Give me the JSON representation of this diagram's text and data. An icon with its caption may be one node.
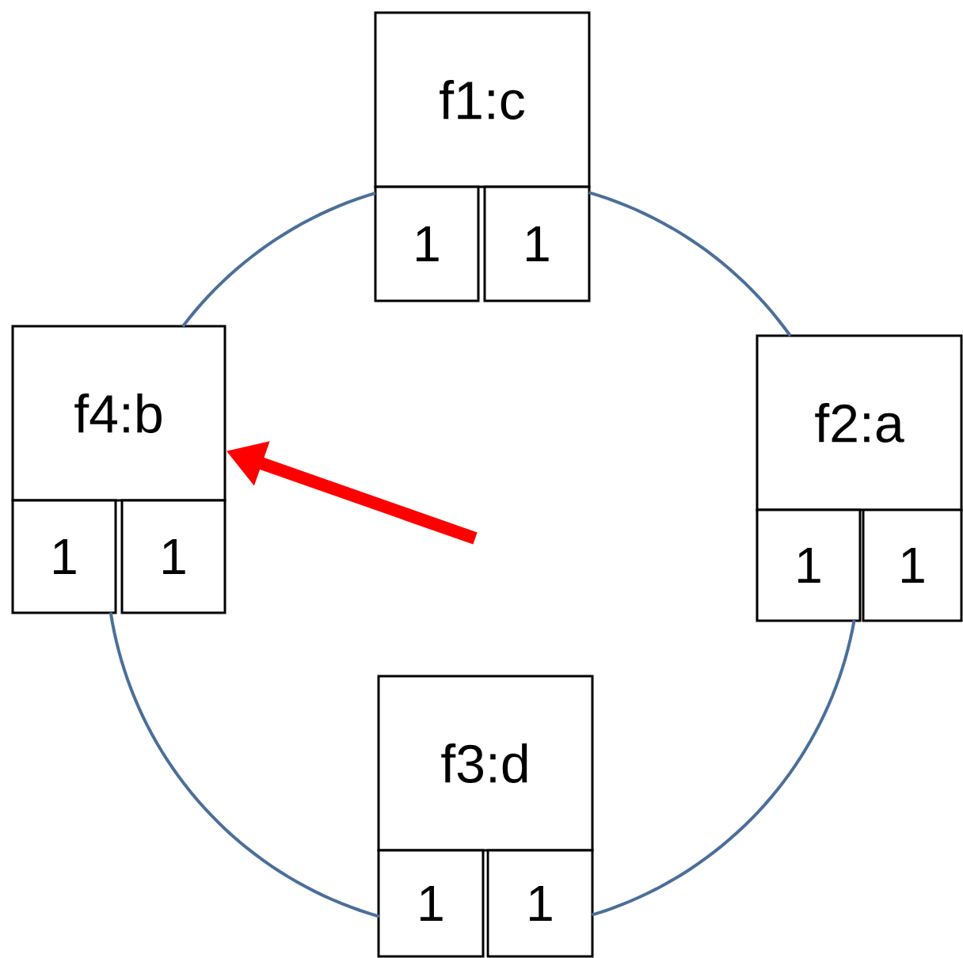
{
  "diagram": {
    "nodes": [
      {
        "text": [
          "f1:c"
        ]
      },
      {
        "text": [
          "1"
        ]
      },
      {
        "text": [
          "1"
        ]
      },
      {
        "text": [
          "f4:b"
        ]
      },
      {
        "text": [
          "1"
        ]
      },
      {
        "text": [
          "1"
        ]
      },
      {
        "text": [
          "f2:a"
        ]
      },
      {
        "text": [
          "1"
        ]
      },
      {
        "text": [
          "1"
        ]
      },
      {
        "text": [
          "f3:d"
        ]
      },
      {
        "text": [
          "1"
        ]
      },
      {
        "text": [
          "1"
        ]
      }
    ],
    "edges": [
      {
        "from": 2,
        "to": 6,
        "arrow": "none"
      },
      {
        "from": 7,
        "to": 11,
        "arrow": "none"
      },
      {
        "from": 10,
        "to": 4,
        "arrow": "none"
      },
      {
        "from": 3,
        "to": 1,
        "arrow": "none"
      },
      {
        "from": null,
        "to": 3,
        "arrow": "to",
        "style": "thick",
        "color": "#ff0000"
      }
    ]
  }
}
